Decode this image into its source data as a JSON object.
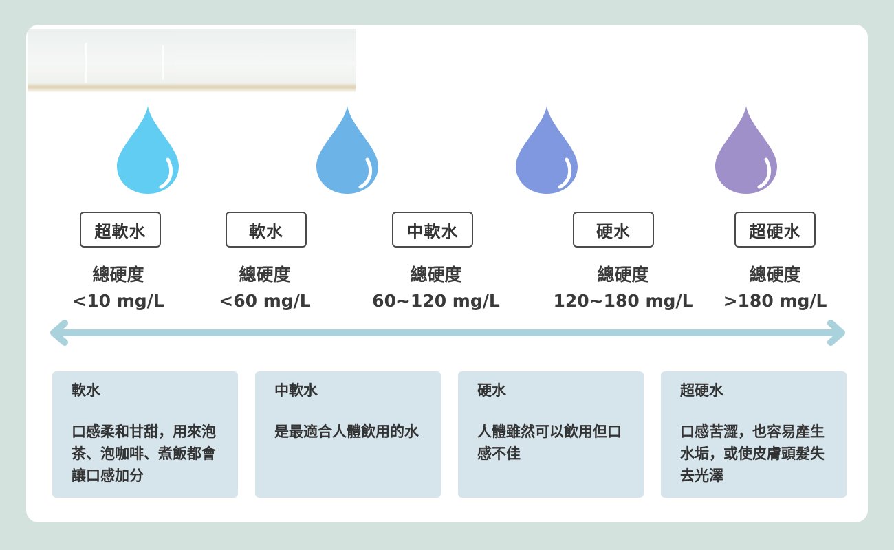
{
  "levels": [
    {
      "name": "超軟水",
      "hardness_label": "總硬度",
      "hardness_value": "<10 mg/L",
      "drop_color": "#61cdf2"
    },
    {
      "name": "軟水",
      "hardness_label": "總硬度",
      "hardness_value": "<60 mg/L",
      "drop_color": "#6cb4e8"
    },
    {
      "name": "中軟水",
      "hardness_label": "總硬度",
      "hardness_value": "60~120 mg/L",
      "drop_color": "#8098e0"
    },
    {
      "name": "硬水",
      "hardness_label": "總硬度",
      "hardness_value": "120~180 mg/L",
      "drop_color": "#9f90c9"
    },
    {
      "name": "超硬水",
      "hardness_label": "總硬度",
      "hardness_value": ">180 mg/L"
    }
  ],
  "arrow_color": "#aad2dd",
  "descriptions": [
    {
      "title": "軟水",
      "text": "口感柔和甘甜，用來泡茶、泡咖啡、煮飯都會讓口感加分"
    },
    {
      "title": "中軟水",
      "text": "是最適合人體飲用的水"
    },
    {
      "title": "硬水",
      "text": "人體雖然可以飲用但口感不佳"
    },
    {
      "title": "超硬水",
      "text": "口感苦澀，也容易產生水垢，或使皮膚頭髮失去光澤"
    }
  ]
}
